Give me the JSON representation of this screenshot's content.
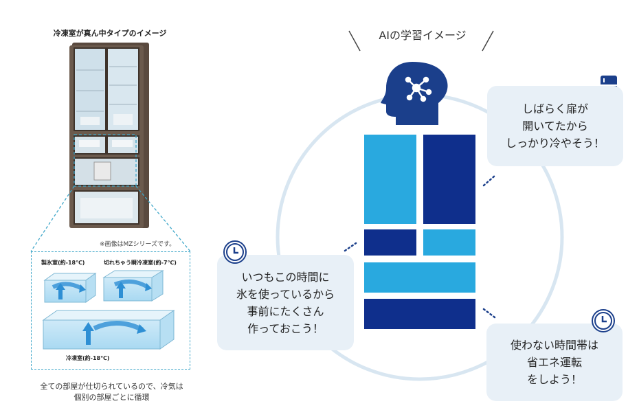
{
  "left_panel": {
    "title": "冷凍室が真ん中タイプのイメージ",
    "image_note": "※画像はMZシリーズです。",
    "compartments": {
      "ice": "製氷室(約-18℃)",
      "soft_freeze": "切れちゃう瞬冷凍室(約-7℃)",
      "freezer": "冷凍室(約-18℃)"
    },
    "caption": "全ての部屋が仕切られているので、冷気は\n個別の部屋ごとに循環"
  },
  "right_panel": {
    "title": "AIの学習イメージ",
    "bubbles": {
      "door": "しばらく扉が\n開いてたから\nしっかり冷やそう！",
      "ice": "いつもこの時間に\n氷を使っているから\n事前にたくさん\n作っておこう！",
      "eco": "使わない時間帯は\n省エネ運転\nをしよう！"
    },
    "icons": {
      "brain": "ai-head-icon",
      "fridge": "refrigerator-icon",
      "clock": "clock-icon"
    }
  },
  "colors": {
    "light_blue": "#29a9df",
    "dark_blue": "#0f2f8c",
    "navy_icon": "#1b3f8b",
    "bubble_bg": "#e8f0f7",
    "circle": "#d8e6f1",
    "fridge_frame": "#5a4a3f"
  }
}
